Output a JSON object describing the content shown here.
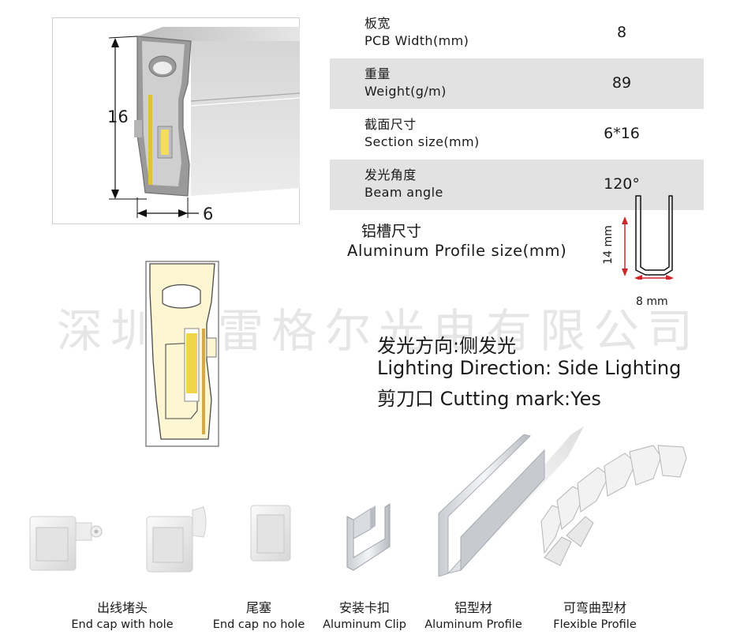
{
  "dimension_diagram": {
    "height_label": "16",
    "width_label": "6"
  },
  "specs": [
    {
      "label_cn": "板宽",
      "label_en": "PCB Width(mm)",
      "value": "8"
    },
    {
      "label_cn": "重量",
      "label_en": "Weight(g/m)",
      "value": "89"
    },
    {
      "label_cn": "截面尺寸",
      "label_en": "Section size(mm)",
      "value": "6*16"
    },
    {
      "label_cn": "发光角度",
      "label_en": "Beam angle",
      "value": "120°"
    }
  ],
  "profile": {
    "label_cn": "铝槽尺寸",
    "label_en": "Aluminum Profile size(mm)",
    "height_label": "14 mm",
    "width_label": "8 mm"
  },
  "watermark": "深圳市雷格尔光电有限公司",
  "lighting": {
    "line1": "发光方向:侧发光",
    "line2": "Lighting Direction: Side Lighting",
    "line3": "剪刀口 Cutting mark:Yes"
  },
  "accessories": [
    {
      "cn": "出线堵头",
      "en": "End cap with hole"
    },
    {
      "cn": "尾塞",
      "en": "End cap no hole"
    },
    {
      "cn": "安装卡扣",
      "en": "Aluminum Clip"
    },
    {
      "cn": "铝型材",
      "en": "Aluminum Profile"
    },
    {
      "cn": "可弯曲型材",
      "en": "Flexible Profile"
    }
  ],
  "colors": {
    "row_shade": "#e2e2e2",
    "profile_red": "#d0262b",
    "strip_glow": "#fdf6d3",
    "led_yellow": "#efd548"
  }
}
